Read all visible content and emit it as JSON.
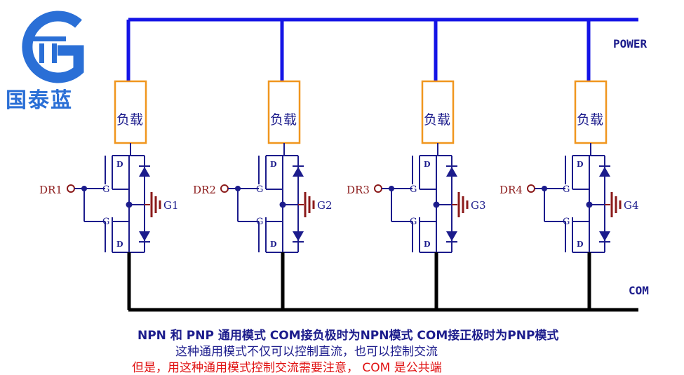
{
  "logo": {
    "text": "国泰蓝",
    "color": "#2a6fd6"
  },
  "nets": {
    "power": "POWER",
    "com": "COM"
  },
  "colors": {
    "power_rail": "#1414e6",
    "com_rail": "#000000",
    "load_box": "#f0961e",
    "wire": "#1c1c8c",
    "gate_cap": "#8b1a1a",
    "caption_red": "#e01010"
  },
  "channels": [
    {
      "load": "负载",
      "input": "DR1",
      "gate_label": "G1",
      "pin_d": "D",
      "pin_g": "G"
    },
    {
      "load": "负载",
      "input": "DR2",
      "gate_label": "G2",
      "pin_d": "D",
      "pin_g": "G"
    },
    {
      "load": "负载",
      "input": "DR3",
      "gate_label": "G3",
      "pin_d": "D",
      "pin_g": "G"
    },
    {
      "load": "负载",
      "input": "DR4",
      "gate_label": "G4",
      "pin_d": "D",
      "pin_g": "G"
    }
  ],
  "captions": {
    "line1": "NPN 和 PNP 通用模式   COM接负极时为NPN模式   COM接正极时为PNP模式",
    "line2": "这种通用模式不仅可以控制直流，也可以控制交流",
    "line3": "但是，用这种通用模式控制交流需要注意，  COM 是公共端"
  }
}
